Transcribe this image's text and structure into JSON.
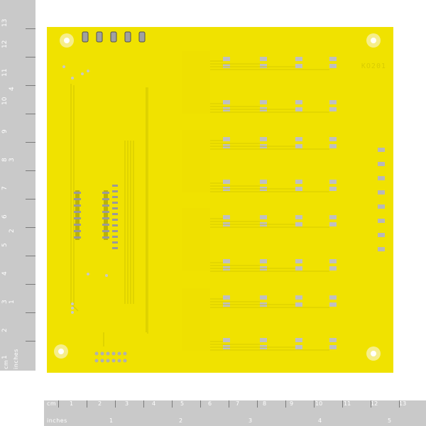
{
  "ruler_vertical": {
    "cm_numbers": [
      "1",
      "2",
      "3",
      "4",
      "5",
      "6",
      "7",
      "8",
      "9",
      "10",
      "11",
      "12",
      "13"
    ],
    "inch_numbers": [
      "1",
      "2",
      "3",
      "4"
    ],
    "cm_label": "cm",
    "inch_label": "inches"
  },
  "ruler_horizontal": {
    "cm_numbers": [
      "1",
      "2",
      "3",
      "4",
      "5",
      "6",
      "7",
      "8",
      "9",
      "10",
      "11",
      "12",
      "13"
    ],
    "inch_numbers": [
      "1",
      "2",
      "3",
      "4",
      "5"
    ],
    "cm_label": "cm",
    "inch_label": "inches"
  },
  "board": {
    "color": "#f0e200",
    "silkscreen_text": "KO201"
  }
}
